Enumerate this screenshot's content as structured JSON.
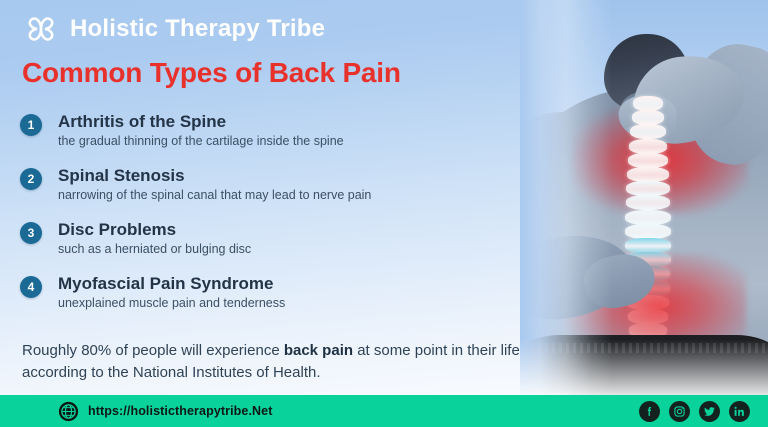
{
  "brand": {
    "logo_icon": "clover-knot-logo-icon",
    "name": "Holistic Therapy Tribe"
  },
  "headline": "Common Types of Back Pain",
  "colors": {
    "headline_red": "#e8312b",
    "badge_blue": "#1b6a96",
    "footer_teal": "#0ad29b",
    "title_navy": "#243447"
  },
  "items": [
    {
      "number": "1",
      "title": "Arthritis of the Spine",
      "desc": "the gradual thinning of the cartilage inside the spine"
    },
    {
      "number": "2",
      "title": "Spinal Stenosis",
      "desc": "narrowing of the spinal canal that may lead to nerve pain"
    },
    {
      "number": "3",
      "title": "Disc Problems",
      "desc": "such as a herniated or bulging disc"
    },
    {
      "number": "4",
      "title": "Myofascial Pain Syndrome",
      "desc": "unexplained muscle pain and tenderness"
    }
  ],
  "stat": {
    "before": "Roughly 80% of people will experience ",
    "bold": "back pain",
    "after": " at some point in their life according to the National Institutes of Health."
  },
  "footer": {
    "globe_icon": "globe-icon",
    "url": "https://holistictherapytribe.Net",
    "socials": [
      {
        "name": "facebook-icon",
        "glyph": "f"
      },
      {
        "name": "instagram-icon",
        "glyph": ""
      },
      {
        "name": "twitter-icon",
        "glyph": ""
      },
      {
        "name": "linkedin-icon",
        "glyph": "in"
      }
    ]
  },
  "photo": {
    "alt": "man holding neck and lower back with highlighted spine"
  }
}
